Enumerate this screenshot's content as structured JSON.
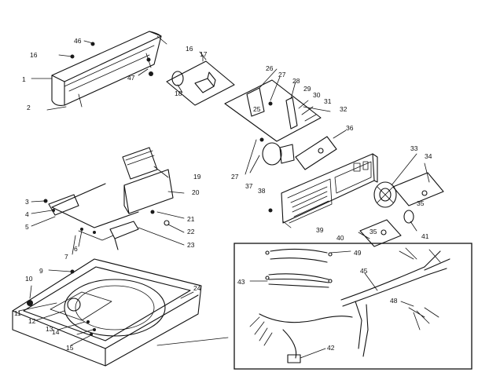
{
  "diagram": {
    "callouts": {
      "p1": "1",
      "p2": "2",
      "p3": "3",
      "p4": "4",
      "p5": "5",
      "p6": "6",
      "p7": "7",
      "p9": "9",
      "p10": "10",
      "p11": "11",
      "p12": "12",
      "p13": "13",
      "p14": "14",
      "p15": "15",
      "p16a": "16",
      "p16b": "16",
      "p17": "17",
      "p18": "18",
      "p19": "19",
      "p20": "20",
      "p21": "21",
      "p22": "22",
      "p23": "23",
      "p24": "24",
      "p26": "26",
      "p27a": "27",
      "p27b": "27",
      "p28": "28",
      "p29": "29",
      "p30": "30",
      "p31": "31",
      "p32": "32",
      "p33": "33",
      "p34": "34",
      "p35a": "35",
      "p35b": "35",
      "p36": "36",
      "p37": "37",
      "p38": "38",
      "p39": "39",
      "p40": "40",
      "p41": "41",
      "p42": "42",
      "p43": "43",
      "p45": "45",
      "p46": "46",
      "p47": "47",
      "p48": "48",
      "p49": "49"
    }
  }
}
